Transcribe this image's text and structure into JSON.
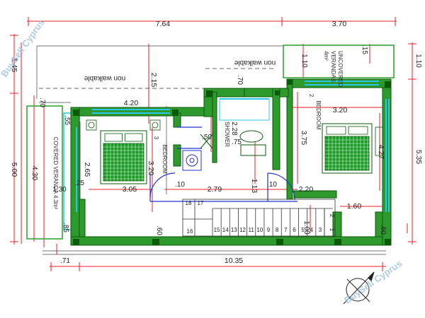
{
  "plan": {
    "dimensions": {
      "top_total_left": "7.64",
      "top_total_right": "3.70",
      "left_outer": "5.00",
      "left_top": "1.45",
      "left_inner": "4.30",
      "left_inner_top": ".70",
      "right_outer": "5.35",
      "right_top": "1.10",
      "bottom_total": "10.35",
      "bottom_left": ".71",
      "bed3_width": "4.20",
      "bed2_width": "3.20",
      "walkway_height": "2.15",
      "small_70": ".70",
      "small_15": ".15",
      "veranda_top_h": "1.10",
      "bed3_inner_h": "2.65",
      "bed3_depth": "3.20",
      "bed3_len": "3.05",
      "left_strip_w": "1.30",
      "d_25": ".25",
      "d_85": ".85",
      "d_55": ".55",
      "bath_w": "2.28",
      "bath_75": ".75",
      "bath_50": ".50",
      "corridor_len": "2.79",
      "corridor_10a": ".10",
      "corridor_10b": ".10",
      "corridor_113": "1.13",
      "corridor_220": "2.20",
      "bed2_depth": "3.75",
      "bed2_right": "4.27",
      "stair_160": "1.60",
      "stair_100": "1.00",
      "d_60_left": ".60",
      "d_60_right": ".60"
    },
    "rooms": {
      "bedroom_left_label": "BEDROOM",
      "bedroom_left_num": "3",
      "bedroom_right_label": "BEDROOM",
      "bedroom_right_num": "2",
      "shower_label": "SHOWER",
      "covered_veranda": "COVERED VERANDA 4.3m²",
      "uncovered_veranda_1": "UNCOVERED",
      "uncovered_veranda_2": "VERANDAS",
      "uncovered_veranda_3": "4m²",
      "non_walkable_top": "non walkable",
      "non_walkable_main": "non walkable"
    },
    "stairs": {
      "upper_left": [
        "18",
        "17"
      ],
      "lower_left": "16",
      "steps": [
        "15",
        "14",
        "13",
        "12",
        "11",
        "10",
        "9",
        "8",
        "7",
        "6",
        "5",
        "4",
        "3"
      ],
      "right": [
        "2",
        "1"
      ]
    },
    "watermarks": {
      "top_left": "BuySell Cyprus",
      "bottom_right": "BuySell Cyprus"
    },
    "colors": {
      "wall_fill": "#2e9a2e",
      "wall_core": "#0a5a0a",
      "dimension_line": "#e8202a",
      "window": "#2ac8e8",
      "door": "#2233cc",
      "bed_fill": "#1c9a28",
      "veranda_outline": "#2aa02a",
      "guide_line": "#444444"
    }
  }
}
